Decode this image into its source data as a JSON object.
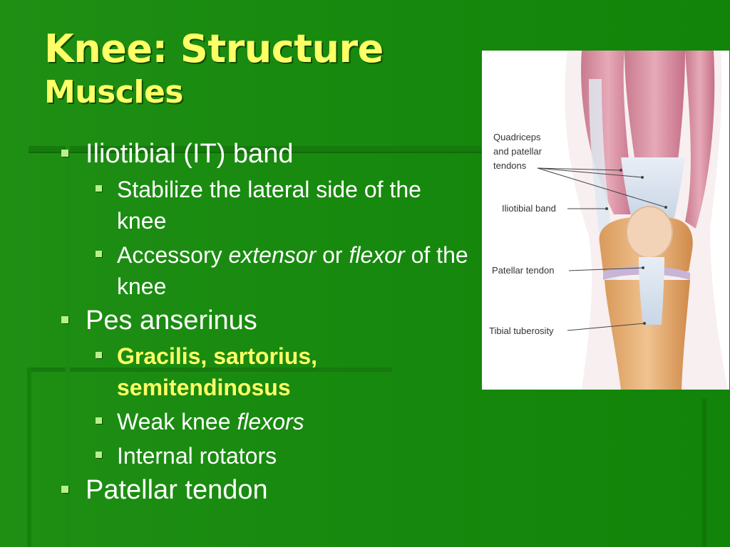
{
  "title": {
    "line1": "Knee: Structure",
    "line2": "Muscles"
  },
  "bullets": [
    {
      "text": "Iliotibial (IT) band",
      "children": [
        {
          "parts": [
            "Stabilize the lateral side of the knee"
          ]
        },
        {
          "parts": [
            "Accessory ",
            "extensor",
            " or ",
            "flexor",
            " of the knee"
          ]
        }
      ]
    },
    {
      "text": "Pes anserinus",
      "children": [
        {
          "parts": [
            "Gracilis, sartorius, semitendinosus"
          ]
        },
        {
          "parts": [
            "Weak knee ",
            "flexors"
          ]
        },
        {
          "parts": [
            "Internal rotators"
          ]
        }
      ]
    },
    {
      "text": "Patellar tendon"
    }
  ],
  "figure": {
    "labels": {
      "quad_line1": "Quadriceps",
      "quad_line2": "and patellar",
      "quad_line3": "tendons",
      "itband": "Iliotibial band",
      "patellar": "Patellar tendon",
      "tibial": "Tibial tuberosity"
    }
  },
  "colors": {
    "background": "#188a0f",
    "title": "#ffff66",
    "text": "#ffffff",
    "bullet": "#b8f08a"
  }
}
